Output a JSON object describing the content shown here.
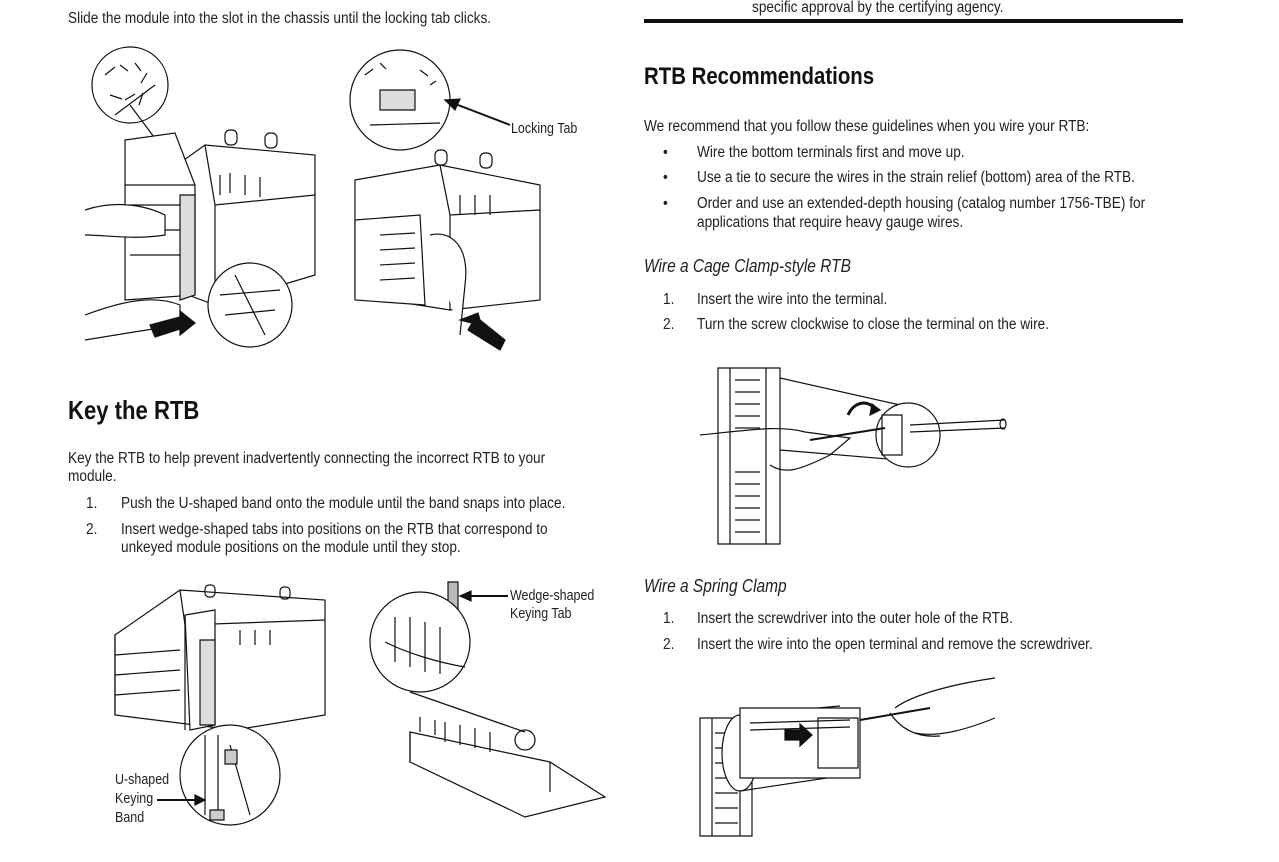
{
  "left": {
    "intro": "Slide the module into the slot in the chassis until the locking tab clicks.",
    "locking_tab_label": "Locking Tab",
    "key_heading": "Key the RTB",
    "key_para_line1": "Key the RTB to help prevent inadvertently connecting the incorrect RTB to your",
    "key_para_line2": "module.",
    "key_steps": [
      {
        "num": "1.",
        "line1": "Push the U-shaped band onto the module until the band snaps into place.",
        "line2": ""
      },
      {
        "num": "2.",
        "line1": "Insert wedge-shaped tabs into positions on the RTB that correspond to",
        "line2": "unkeyed module positions on the module until they stop."
      }
    ],
    "wedge_label_line1": "Wedge-shaped",
    "wedge_label_line2": "Keying Tab",
    "ushaped_label_line1": "U-shaped",
    "ushaped_label_line2": "Keying",
    "ushaped_label_line3": "Band"
  },
  "right": {
    "top_fragment": "specific approval by the certifying agency.",
    "rtb_heading": "RTB Recommendations",
    "rtb_intro": "We recommend that you follow these guidelines when you wire your RTB:",
    "bullets": [
      {
        "line1": "Wire the bottom terminals first and move up.",
        "line2": ""
      },
      {
        "line1": "Use a tie to secure the wires in the strain relief (bottom) area of the RTB.",
        "line2": ""
      },
      {
        "line1": "Order and use an extended-depth housing (catalog number 1756-TBE) for",
        "line2": "applications that require heavy gauge wires."
      }
    ],
    "cage_heading": "Wire a Cage Clamp-style RTB",
    "cage_steps": [
      {
        "num": "1.",
        "text": "Insert the wire into the terminal."
      },
      {
        "num": "2.",
        "text": "Turn the screw clockwise to close the terminal on the wire."
      }
    ],
    "spring_heading": "Wire a Spring Clamp",
    "spring_steps": [
      {
        "num": "1.",
        "text": "Insert the screwdriver into the outer hole of the RTB."
      },
      {
        "num": "2.",
        "text": "Insert the wire into the open terminal and remove the screwdriver."
      }
    ],
    "bullet_char": "•"
  }
}
